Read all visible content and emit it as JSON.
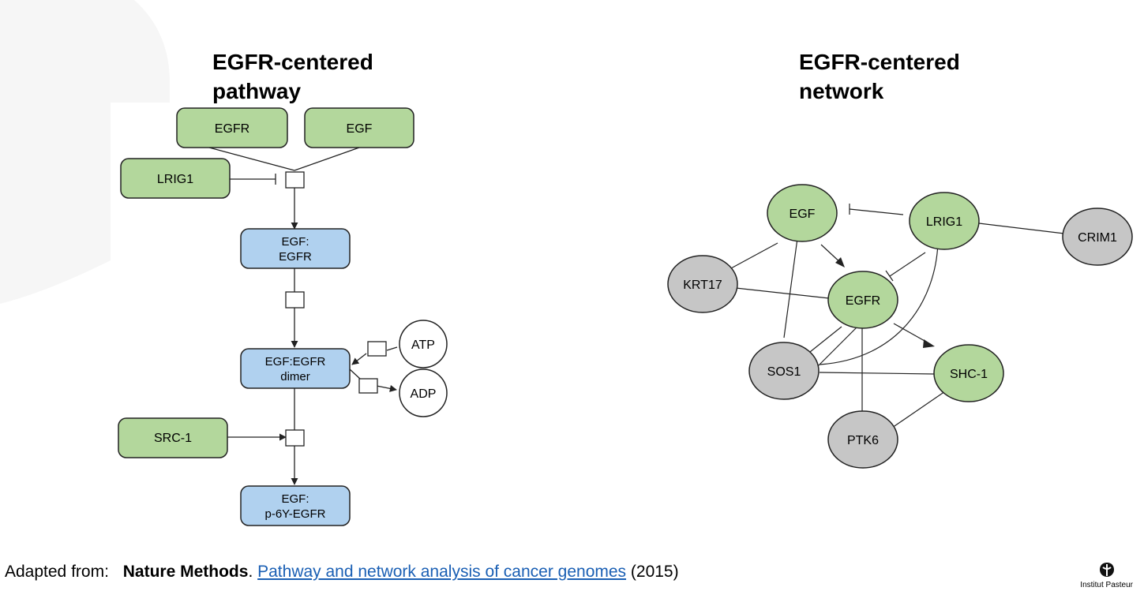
{
  "pathway": {
    "title": "EGFR-centered\npathway",
    "nodes": {
      "egfr": "EGFR",
      "egf": "EGF",
      "lrig1": "LRIG1",
      "complex1": [
        "EGF:",
        "EGFR"
      ],
      "atp": "ATP",
      "adp": "ADP",
      "dimer": [
        "EGF:EGFR",
        "dimer"
      ],
      "src1": "SRC-1",
      "product": [
        "EGF:",
        "p-6Y-EGFR"
      ]
    }
  },
  "network": {
    "title": "EGFR-centered\nnetwork",
    "nodes": {
      "egf": "EGF",
      "lrig1": "LRIG1",
      "crim1": "CRIM1",
      "krt17": "KRT17",
      "egfr": "EGFR",
      "sos1": "SOS1",
      "shc1": "SHC-1",
      "ptk6": "PTK6"
    }
  },
  "footer": {
    "prefix": "Adapted from:",
    "journal": "Nature Methods",
    "separator": ".",
    "link_text": "Pathway and network analysis of cancer genomes",
    "year": "(2015)"
  },
  "logo": {
    "text": "Institut Pasteur"
  },
  "colors": {
    "green_fill": "#b3d79c",
    "blue_fill": "#b0d1ef",
    "gray_fill": "#c6c6c6",
    "stroke": "#222222",
    "link": "#1a5fb4"
  }
}
